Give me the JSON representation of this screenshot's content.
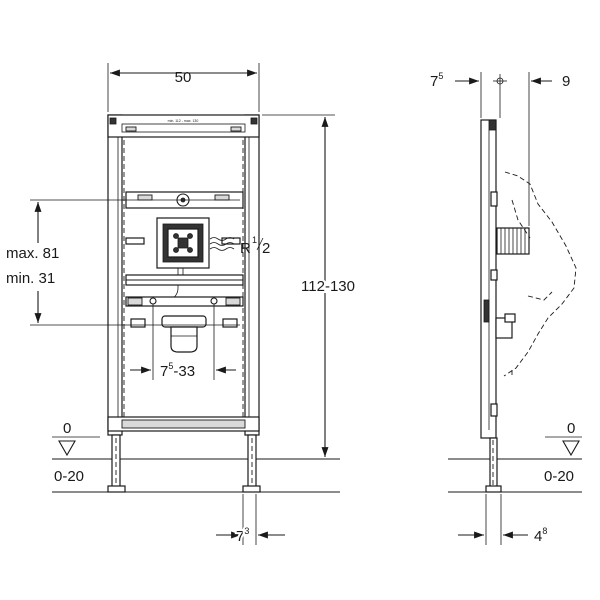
{
  "front_view": {
    "width_label": "50",
    "height_label": "112-130",
    "range_line1": "max. 81",
    "range_line2": "min. 31",
    "thread_label": "R",
    "thread_num": "1",
    "thread_den": "2",
    "spacing_base": "7",
    "spacing_sup": "5",
    "spacing_rest": "-33",
    "floor_zero": "0",
    "floor_range": "0-20",
    "foot_base": "7",
    "foot_sup": "3",
    "plate_text": "min. 112 - max. 130"
  },
  "side_view": {
    "offset_base": "7",
    "offset_sup": "5",
    "right_label": "9",
    "floor_zero": "0",
    "floor_range": "0-20",
    "foot_base": "4",
    "foot_sup": "8"
  }
}
